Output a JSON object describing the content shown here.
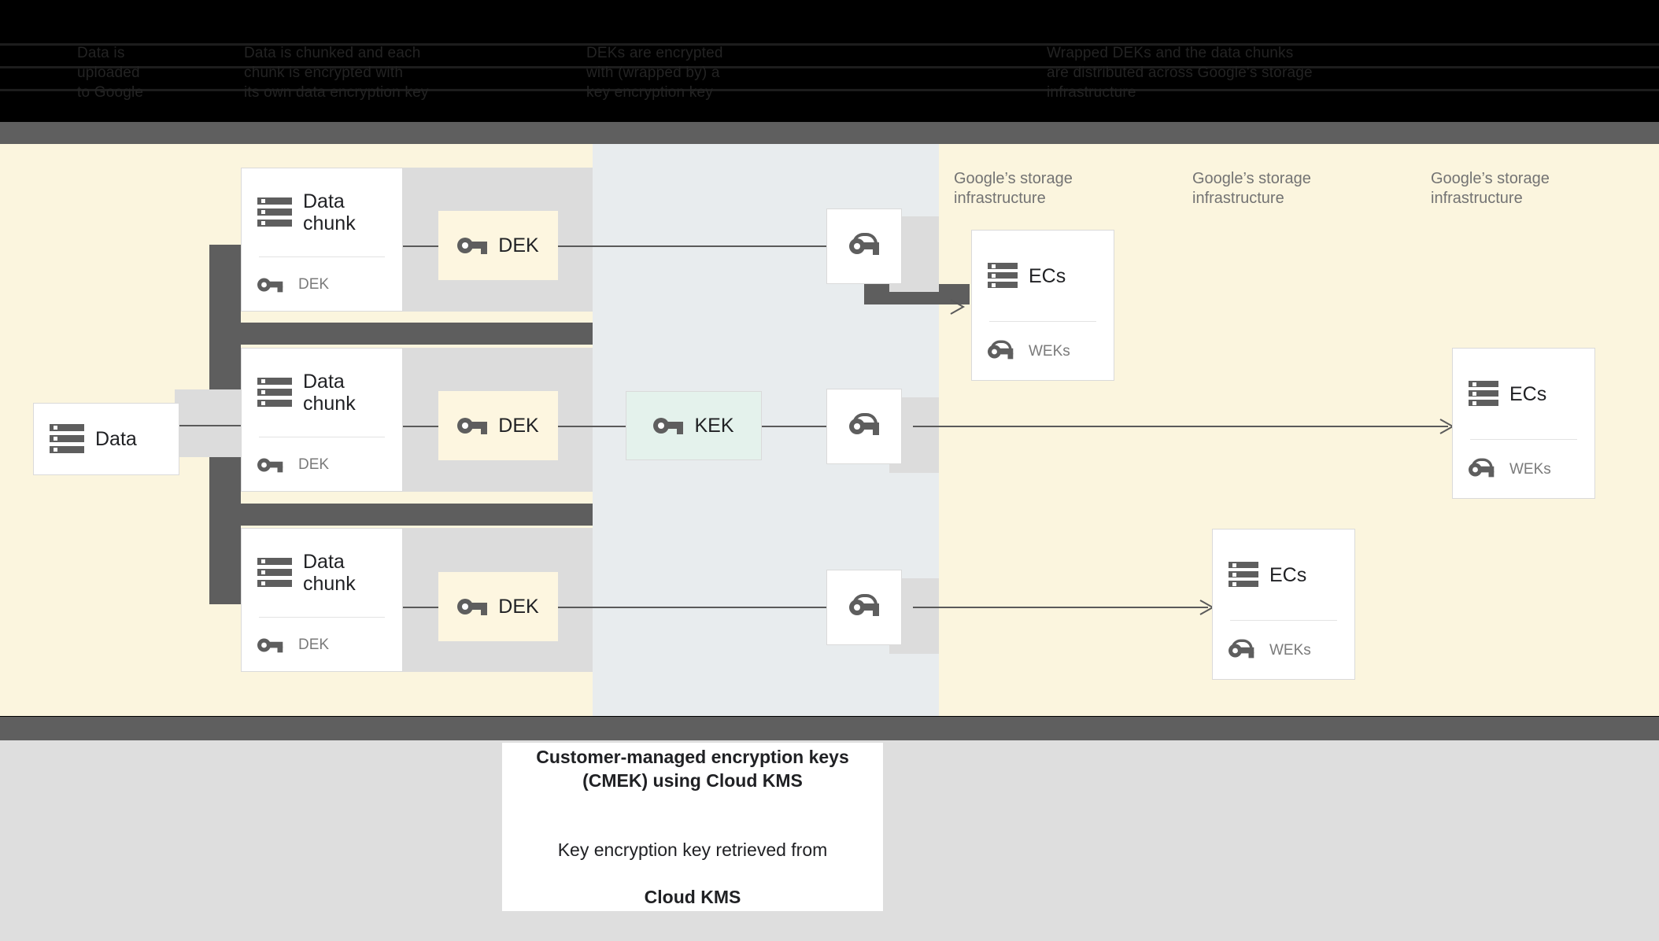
{
  "header": {
    "obscured": true,
    "columns": [
      {
        "text": "Data is\nuploaded\nto Google"
      },
      {
        "text": "Data is chunked and each\nchunk is encrypted with\nits own data encryption key"
      },
      {
        "text": "DEKs are encrypted\nwith (wrapped by) a\nkey encryption key"
      },
      {
        "text": "Wrapped DEKs and the data chunks\nare distributed across Google's storage\ninfrastructure"
      }
    ]
  },
  "diagram": {
    "source": {
      "label": "Data",
      "icon": "storage-icon"
    },
    "chunks": [
      {
        "title": "Data\nchunk",
        "key_label": "DEK",
        "key_icon": "key-icon",
        "icon": "storage-icon"
      },
      {
        "title": "Data\nchunk",
        "key_label": "DEK",
        "key_icon": "key-icon",
        "icon": "storage-icon"
      },
      {
        "title": "Data\nchunk",
        "key_label": "DEK",
        "key_icon": "key-icon",
        "icon": "storage-icon"
      }
    ],
    "deks": [
      {
        "label": "DEK",
        "icon": "key-icon"
      },
      {
        "label": "DEK",
        "icon": "key-icon"
      },
      {
        "label": "DEK",
        "icon": "key-icon"
      }
    ],
    "kek": {
      "label": "KEK",
      "icon": "key-icon"
    },
    "wrapped_keys": [
      {
        "icon": "wrapped-key-icon"
      },
      {
        "icon": "wrapped-key-icon"
      },
      {
        "icon": "wrapped-key-icon"
      }
    ],
    "infra_labels": [
      {
        "text": "Google’s storage\ninfrastructure"
      },
      {
        "text": "Google’s storage\ninfrastructure"
      },
      {
        "text": "Google’s storage\ninfrastructure"
      }
    ],
    "ec_cards": [
      {
        "title": "ECs",
        "key_label": "WEKs",
        "key_icon": "wrapped-key-icon",
        "icon": "storage-icon"
      },
      {
        "title": "ECs",
        "key_label": "WEKs",
        "key_icon": "wrapped-key-icon",
        "icon": "storage-icon"
      },
      {
        "title": "ECs",
        "key_label": "WEKs",
        "key_icon": "wrapped-key-icon",
        "icon": "storage-icon"
      }
    ]
  },
  "caption": {
    "title": "Customer-managed encryption keys\n(CMEK) using Cloud KMS",
    "body_lead": "Key encryption key retrieved from",
    "body_strong": "Cloud KMS"
  },
  "colors": {
    "cream_panel": "#fbf5de",
    "blue_panel": "#e8ecee",
    "gray_panel": "#dedede",
    "dek_chip": "#fdf6e0",
    "kek_chip": "#e4f2ec",
    "dark_bar": "#5e5e5e",
    "card_border": "#dadada",
    "wire": "#5a5a5a",
    "muted_text": "#737373"
  }
}
